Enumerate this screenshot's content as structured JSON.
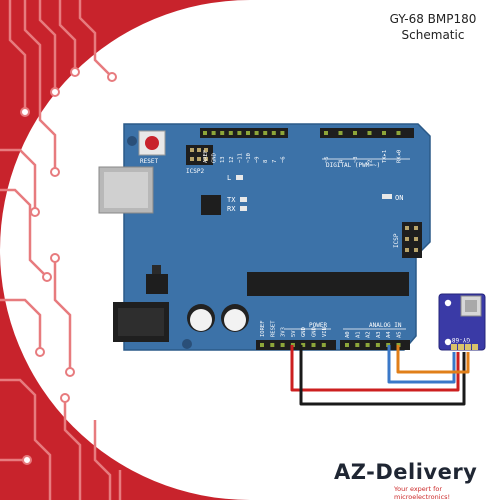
{
  "title": {
    "line1": "GY-68 BMP180",
    "line2": "Schematic"
  },
  "board": {
    "reset_label": "RESET",
    "icsp2_label": "ICSP2",
    "icsp_label": "ICSP",
    "led_l": "L",
    "led_tx": "TX",
    "led_rx": "RX",
    "led_on": "ON",
    "digital_label": "DIGITAL (PWM=~)",
    "power_label": "POWER",
    "analog_label": "ANALOG IN",
    "top_pins": [
      "AREF",
      "GND",
      "13",
      "12",
      "~11",
      "~10",
      "~9",
      "8",
      "7",
      "~6",
      "~5",
      "4",
      "~3",
      "2",
      "TX▸1",
      "RX◂0"
    ],
    "power_pins": [
      "IOREF",
      "RESET",
      "3V3",
      "5V",
      "GND",
      "GND",
      "VIN"
    ],
    "analog_pins": [
      "A0",
      "A1",
      "A2",
      "A3",
      "A4",
      "A5"
    ]
  },
  "sensor": {
    "label": "GY-68"
  },
  "brand": {
    "name": "AZ-Delivery",
    "tagline": "Your expert for microelectronics!"
  },
  "colors": {
    "red": "#c8232c",
    "board": "#3c72a8",
    "wire_red": "#cc1f1f",
    "wire_black": "#1a1a1a",
    "wire_blue": "#3a78c8",
    "wire_orange": "#e07f1a"
  }
}
